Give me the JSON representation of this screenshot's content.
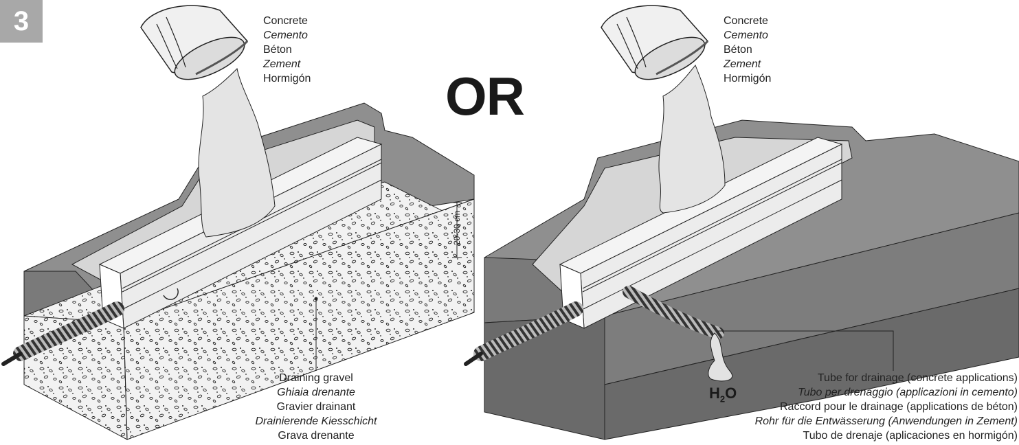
{
  "step_number": "3",
  "or_text": "OR",
  "left_concrete_label": {
    "en": "Concrete",
    "it": "Cemento",
    "fr": "Béton",
    "de": "Zement",
    "es": "Hormigón"
  },
  "right_concrete_label": {
    "en": "Concrete",
    "it": "Cemento",
    "fr": "Béton",
    "de": "Zement",
    "es": "Hormigón"
  },
  "depth_annotation": "20-30 cm",
  "gravel_label": {
    "en": "Draining gravel",
    "it": "Ghiaia drenante",
    "fr": "Gravier drainant",
    "de": "Drainierende Kiesschicht",
    "es": "Grava drenante"
  },
  "water_label": {
    "main": "H",
    "sub": "2",
    "end": "O"
  },
  "drain_tube_label": {
    "en": "Tube for drainage (concrete applications)",
    "it": "Tubo per drenaggio (applicazioni in cemento)",
    "fr": "Raccord pour le drainage (applications de béton)",
    "de": "Rohr für die Entwässerung (Anwendungen in Zement)",
    "es": "Tubo de drenaje (aplicaciones en hormigón)"
  },
  "colors": {
    "badge": "#a8a8a8",
    "ground_top": "#8f8f8f",
    "ground_front": "#7a7a7a",
    "ground_bottom": "#6a6a6a",
    "concrete_pour": "#e4e4e4",
    "trench_inner": "#d6d6d6"
  }
}
